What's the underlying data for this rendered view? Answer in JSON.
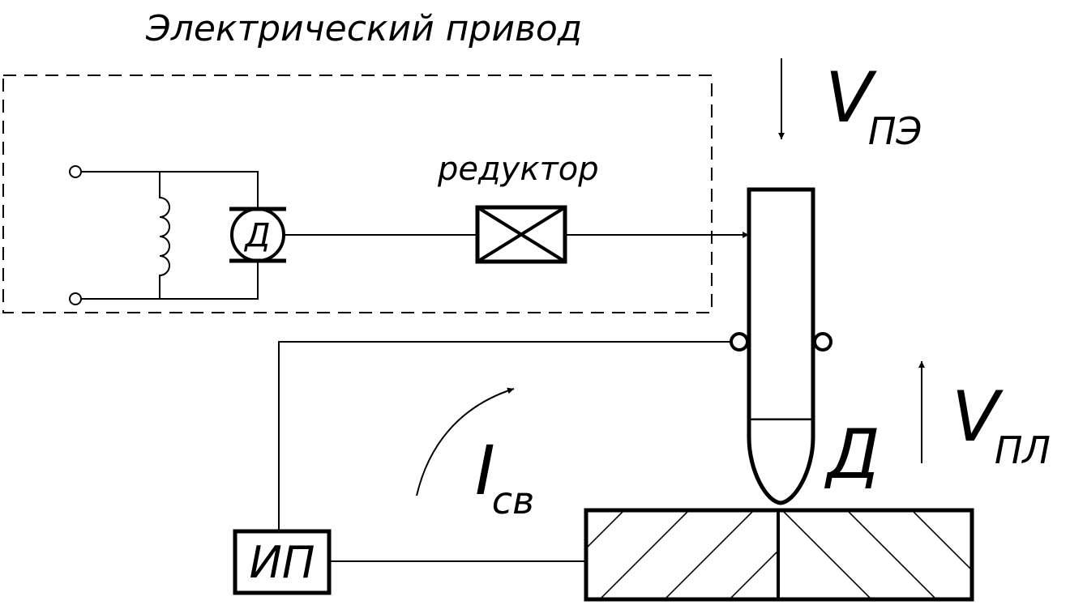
{
  "title": "Электрический привод",
  "gearbox_label": "редуктор",
  "motor_label": "Д",
  "power_source_label": "ИП",
  "arc_label": "Д",
  "electrode_speed": {
    "main": "V",
    "sub": "ПЭ"
  },
  "melt_speed": {
    "main": "V",
    "sub": "ПЛ"
  },
  "current": {
    "main": "I",
    "sub": "св"
  }
}
